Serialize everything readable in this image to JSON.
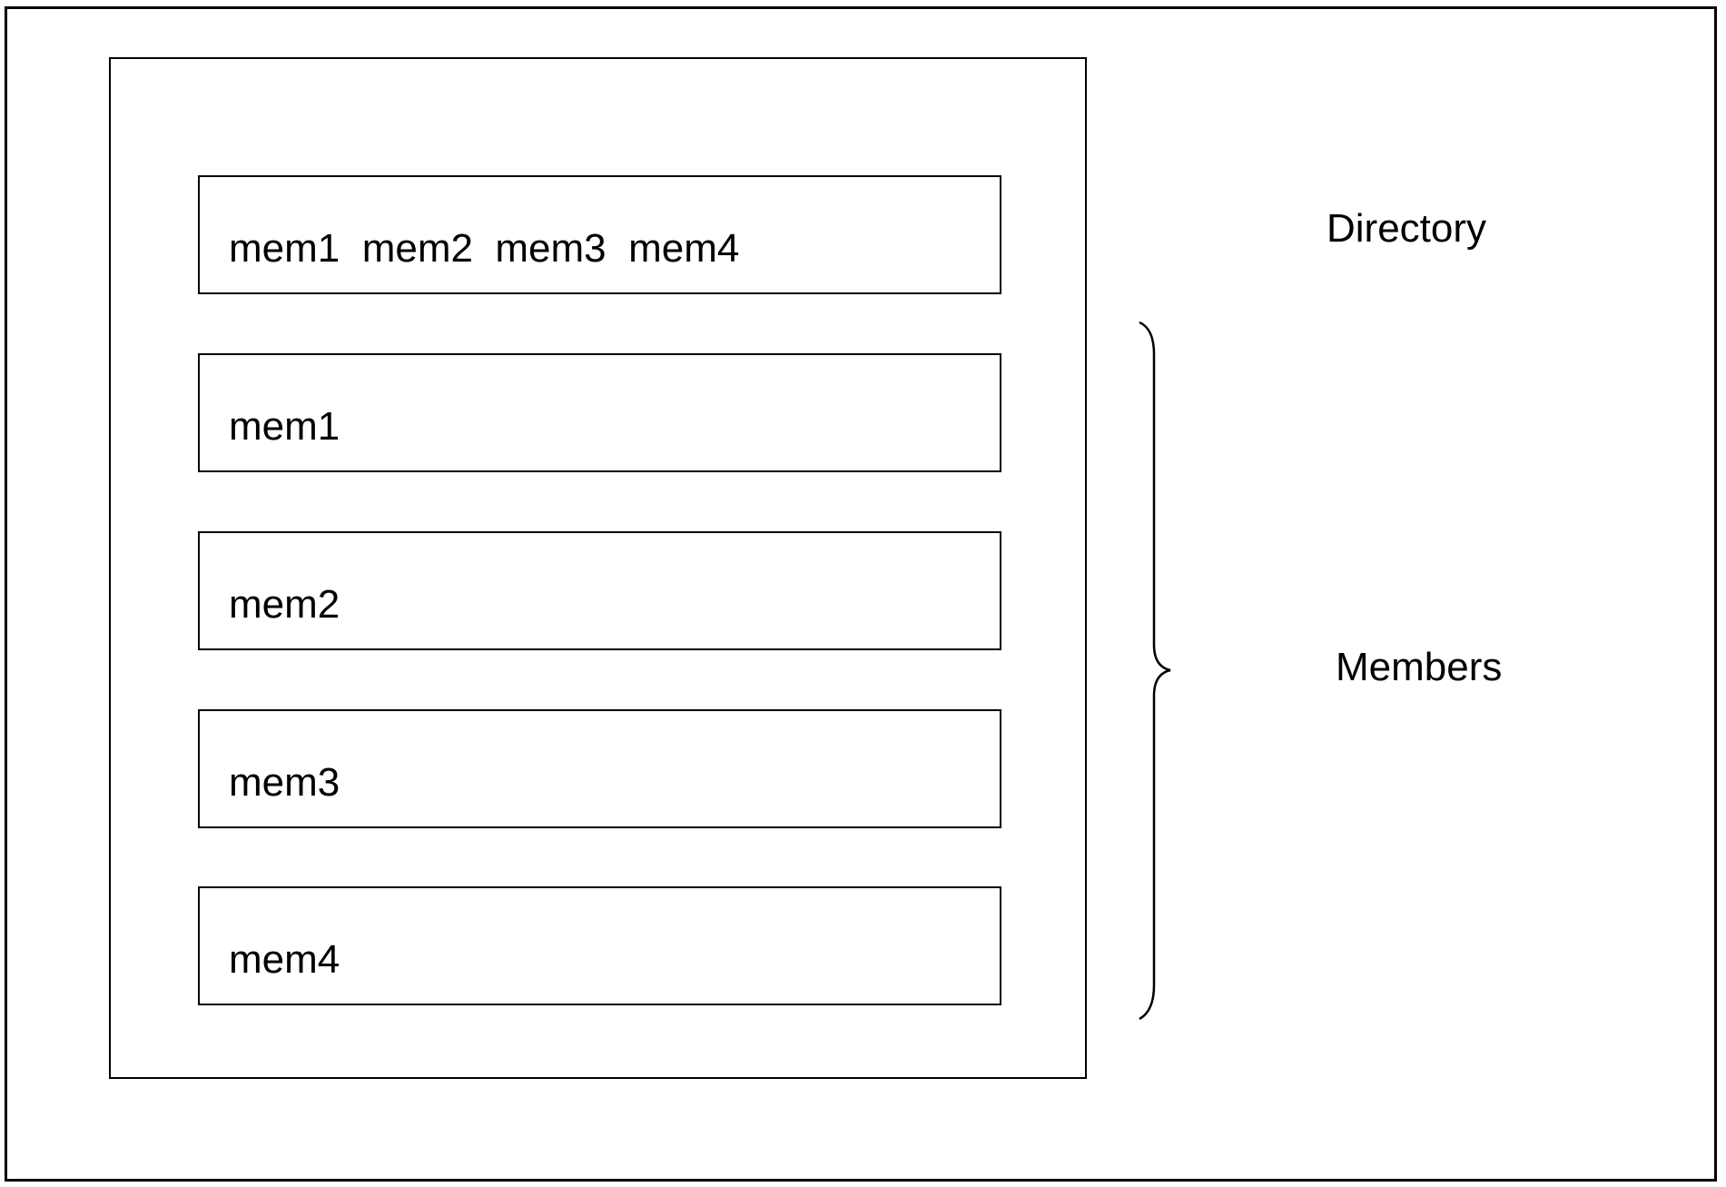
{
  "directory_box": {
    "label": "mem1  mem2  mem3  mem4"
  },
  "member_boxes": [
    {
      "label": "mem1"
    },
    {
      "label": "mem2"
    },
    {
      "label": "mem3"
    },
    {
      "label": "mem4"
    }
  ],
  "annotations": {
    "directory": "Directory",
    "members": "Members"
  }
}
